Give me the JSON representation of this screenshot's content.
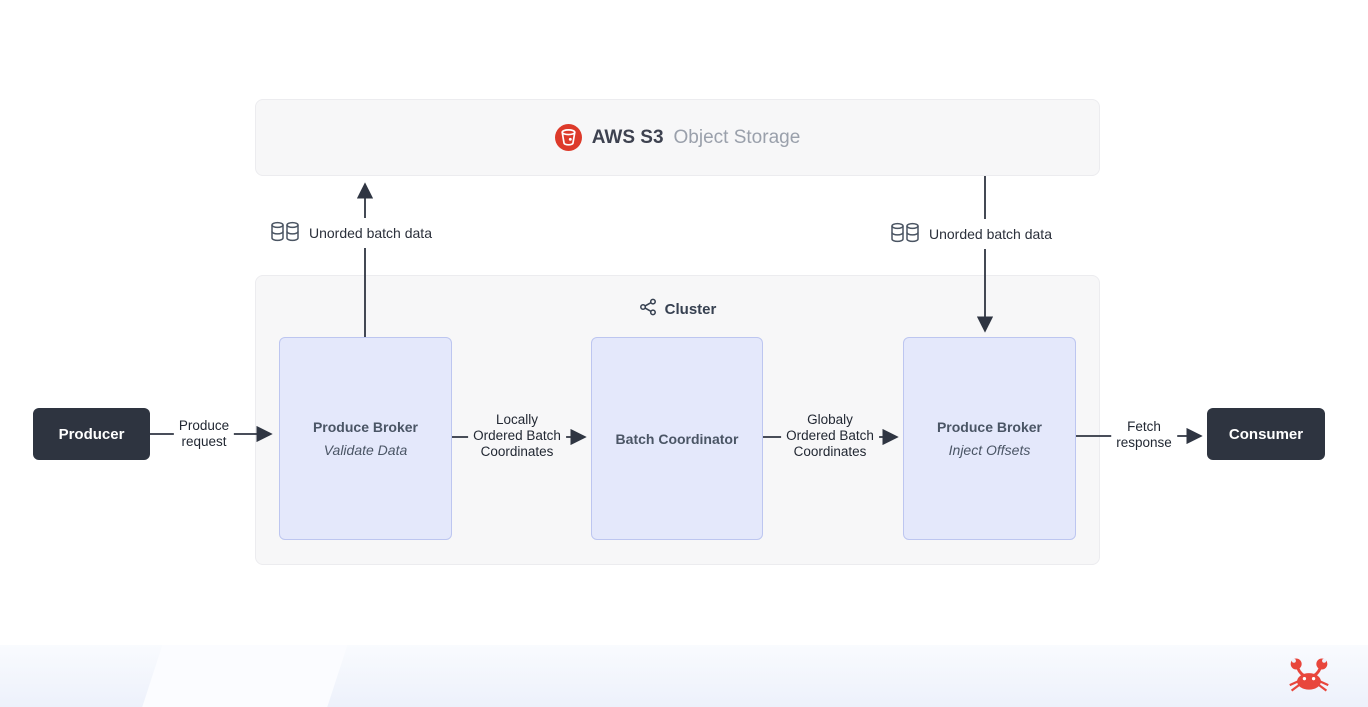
{
  "colors": {
    "banner_bg": "#f7f7f8",
    "banner_border": "#ececef",
    "s3_icon_red": "#dd3a2a",
    "cluster_bg": "#f7f7f8",
    "node_bg": "#e4e8fb",
    "node_border": "#bdc6f0",
    "node_text": "#4a5565",
    "dark_box_bg": "#2e3440",
    "arrow": "#2f3542",
    "crab_red": "#e8463c"
  },
  "storage_banner": {
    "icon": "s3-bucket-icon",
    "title_strong": "AWS S3",
    "title_muted": "Object Storage"
  },
  "data_flows": {
    "left_label": "Unorded batch data",
    "right_label": "Unorded batch data",
    "icon": "database-stack-icon"
  },
  "cluster": {
    "icon": "cluster-nodes-icon",
    "label": "Cluster",
    "nodes": [
      {
        "title": "Produce Broker",
        "subtitle": "Validate Data"
      },
      {
        "title": "Batch Coordinator",
        "subtitle": ""
      },
      {
        "title": "Produce Broker",
        "subtitle": "Inject Offsets"
      }
    ]
  },
  "endpoints": {
    "producer": "Producer",
    "consumer": "Consumer"
  },
  "edges": {
    "produce_request": "Produce\nrequest",
    "locally_ordered": "Locally\nOrdered Batch\nCoordinates",
    "globally_ordered": "Globaly\nOrdered Batch\nCoordinates",
    "fetch_response": "Fetch\nresponse"
  },
  "footer": {
    "logo_icon": "crab-logo-icon"
  }
}
